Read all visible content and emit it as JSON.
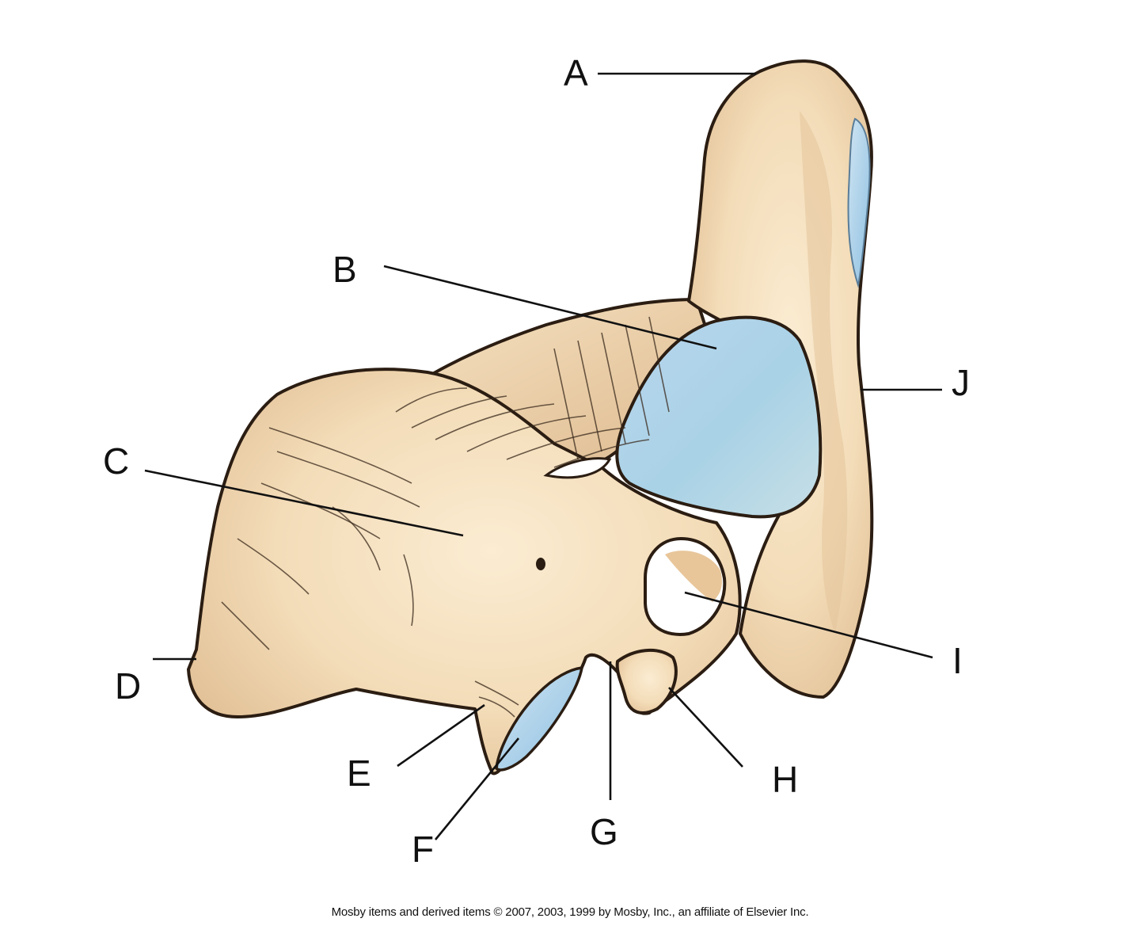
{
  "diagram": {
    "labels": {
      "A": "A",
      "B": "B",
      "C": "C",
      "D": "D",
      "E": "E",
      "F": "F",
      "G": "G",
      "H": "H",
      "I": "I",
      "J": "J"
    },
    "credit": "Mosby items and derived items © 2007, 2003, 1999 by Mosby, Inc., an affiliate of Elsevier Inc.",
    "colors": {
      "bone": "#f3dcb8",
      "bone_shadow": "#d8b48a",
      "cartilage": "#a9cfe8",
      "outline": "#2b1d12",
      "label": "#111111"
    }
  }
}
